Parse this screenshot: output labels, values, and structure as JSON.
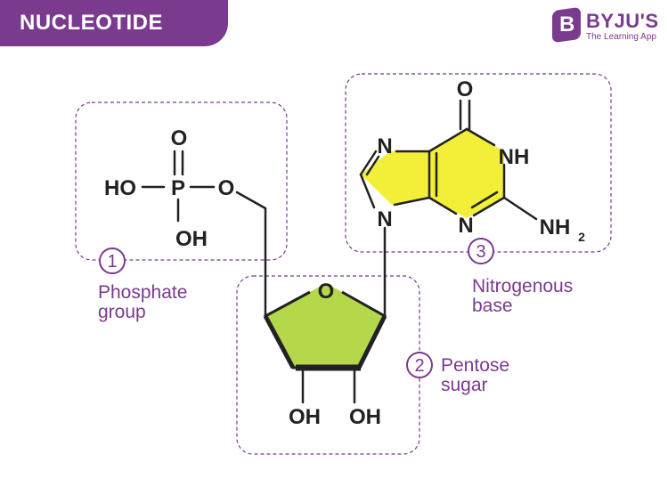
{
  "header": {
    "title": "NUCLEOTIDE"
  },
  "logo": {
    "mark": "B",
    "name": "BYJU'S",
    "tagline": "The Learning App"
  },
  "colors": {
    "accent": "#7a3a8e",
    "sugar_fill": "#b5d84a",
    "base_fill": "#f3ef38",
    "bond": "#222222"
  },
  "molecule": {
    "phosphate": {
      "oxo": "O",
      "phosphorus": "P",
      "hydroxyl_left": "HO",
      "hydroxyl_bottom": "OH",
      "bridge_oxygen": "O"
    },
    "sugar": {
      "ring_oxygen": "O",
      "hydroxyl_1": "OH",
      "hydroxyl_2": "OH"
    },
    "base": {
      "carbonyl_oxygen": "O",
      "n7": "N",
      "n9": "N",
      "nh": "NH",
      "n3": "N",
      "amine": "NH",
      "amine_subscript": "2"
    }
  },
  "parts": [
    {
      "number": "1",
      "line1": "Phosphate",
      "line2": "group"
    },
    {
      "number": "2",
      "line1": "Pentose",
      "line2": "sugar"
    },
    {
      "number": "3",
      "line1": "Nitrogenous",
      "line2": "base"
    }
  ]
}
